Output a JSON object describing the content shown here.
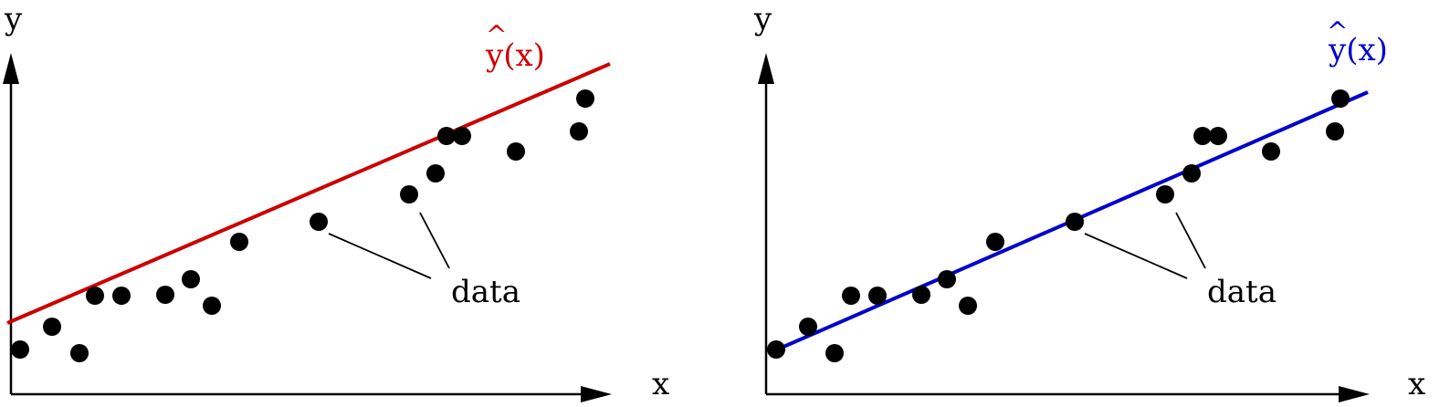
{
  "panels": [
    {
      "axis_x_label": "x",
      "axis_y_label": "y",
      "fit_label": "y(x)",
      "fit_hat": "^",
      "fit_color": "#cc0000",
      "data_label": "data"
    },
    {
      "axis_x_label": "x",
      "axis_y_label": "y",
      "fit_label": "y(x)",
      "fit_hat": "^",
      "fit_color": "#0000cc",
      "data_label": "data"
    }
  ]
}
